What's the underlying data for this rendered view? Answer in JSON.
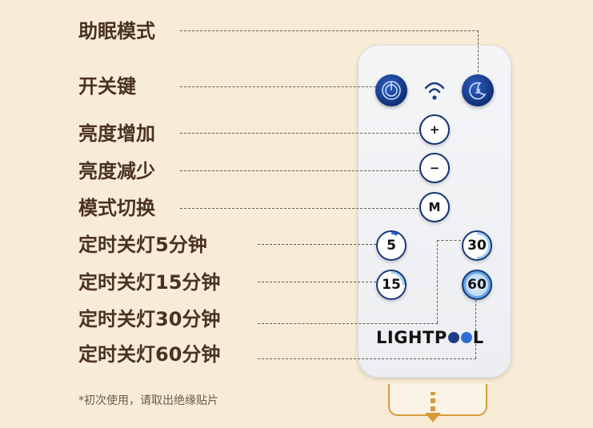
{
  "labels": {
    "sleep_mode": "助眠模式",
    "power": "开关键",
    "brightness_up": "亮度增加",
    "brightness_down": "亮度减少",
    "mode_switch": "模式切换",
    "timer_5": "定时关灯5分钟",
    "timer_15": "定时关灯15分钟",
    "timer_30": "定时关灯30分钟",
    "timer_60": "定时关灯60分钟"
  },
  "buttons": {
    "plus": "+",
    "minus": "−",
    "mode": "M",
    "t5": "5",
    "t15": "15",
    "t30": "30",
    "t60": "60"
  },
  "logo": {
    "left": "LIGHTP",
    "right": "L"
  },
  "note": "*初次使用，请取出绝缘贴片",
  "colors": {
    "navy": "#13306f",
    "blue": "#2c6ed6",
    "light_blue": "#9fd0f2",
    "accent": "#d59a3c"
  }
}
